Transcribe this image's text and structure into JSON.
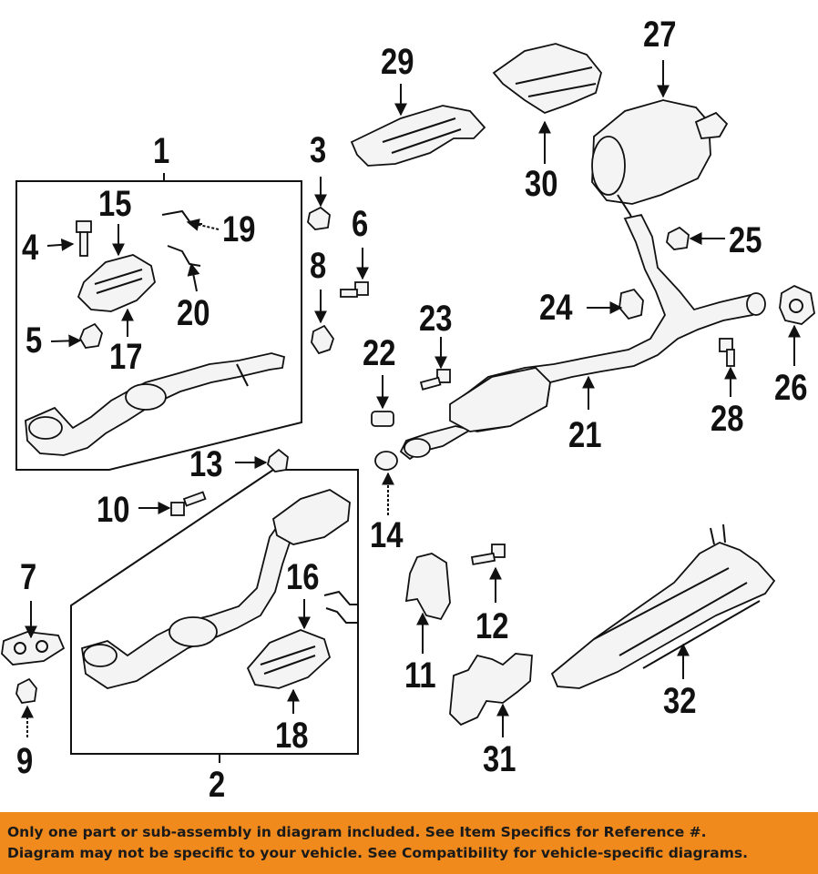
{
  "diagram": {
    "labels": {
      "p1": "1",
      "p2": "2",
      "p3": "3",
      "p4": "4",
      "p5": "5",
      "p6": "6",
      "p7": "7",
      "p8": "8",
      "p9": "9",
      "p10": "10",
      "p11": "11",
      "p12": "12",
      "p13": "13",
      "p14": "14",
      "p15": "15",
      "p16": "16",
      "p17": "17",
      "p18": "18",
      "p19": "19",
      "p20": "20",
      "p21": "21",
      "p22": "22",
      "p23": "23",
      "p24": "24",
      "p25": "25",
      "p26": "26",
      "p27": "27",
      "p28": "28",
      "p29": "29",
      "p30": "30",
      "p31": "31",
      "p32": "32"
    }
  },
  "banner": {
    "line1": "Only one part or sub-assembly in diagram included. See Item Specifics for Reference #.",
    "line2": "Diagram may not be specific to your vehicle. See Compatibility for vehicle-specific diagrams."
  },
  "colors": {
    "banner_background": "#f08a1c",
    "line_art": "#111111"
  }
}
